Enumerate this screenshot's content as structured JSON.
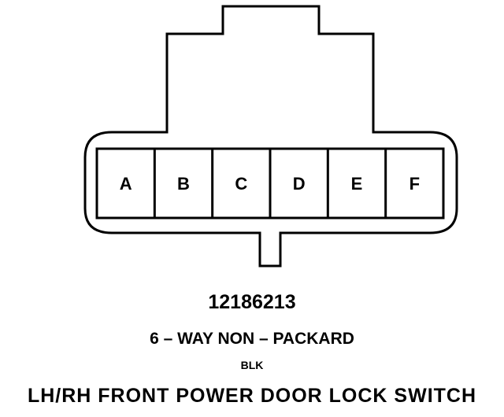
{
  "connector": {
    "cavities": [
      "A",
      "B",
      "C",
      "D",
      "E",
      "F"
    ],
    "part_number": "12186213",
    "type": "6 – WAY NON – PACKARD",
    "color": "BLK"
  },
  "component": {
    "name": "LH/RH FRONT POWER DOOR LOCK SWITCH"
  },
  "colors": {
    "line": "#000000",
    "background": "#ffffff"
  }
}
